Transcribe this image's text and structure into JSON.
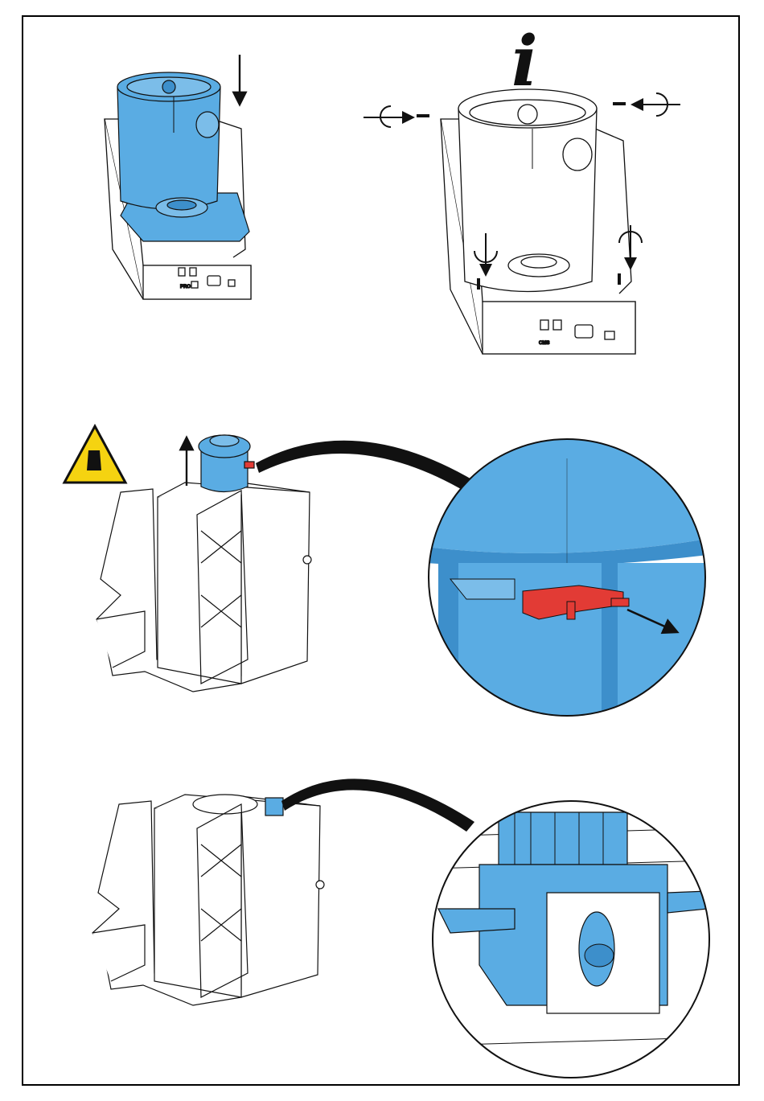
{
  "info_symbol": "i",
  "colors": {
    "highlight": "#5aace3",
    "highlight_dark": "#3d8fcb",
    "connector": "#e23b35",
    "warning_yellow": "#f5d311",
    "line": "#111111",
    "background": "#ffffff"
  },
  "icons": {
    "warning": "warning-triangle-icon",
    "info": "info-icon",
    "arrow": "arrow-icon",
    "rotate": "rotate-arrow-icon"
  },
  "labels": {
    "rating_small": "PRO",
    "rating_large": "CMS"
  }
}
